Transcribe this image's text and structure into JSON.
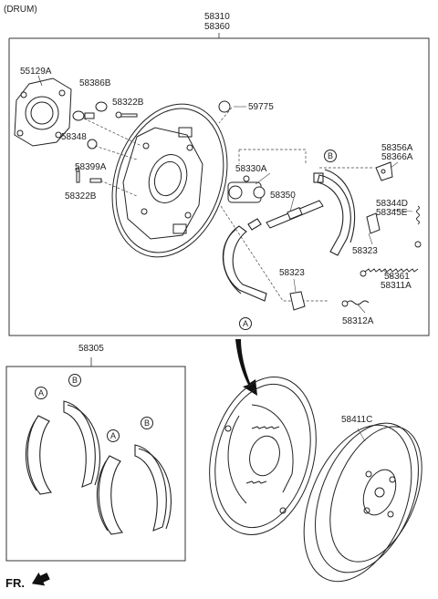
{
  "diagram": {
    "header": "(DRUM)",
    "assembly_codes": [
      "58310",
      "58360"
    ],
    "kit_code": "58305",
    "drum_code": "58411C",
    "front_marker": "FR.",
    "refs": {
      "a": "A",
      "b": "B"
    },
    "labels": {
      "l55129a": "55129A",
      "l58386b": "58386B",
      "l58322b_top": "58322B",
      "l59775": "59775",
      "l58348": "58348",
      "l58399a": "58399A",
      "l58322b_bot": "58322B",
      "l58330a": "58330A",
      "l58350": "58350",
      "l58356a": "58356A",
      "l58366a": "58366A",
      "l58344d": "58344D",
      "l58345e": "58345E",
      "l58323_right": "58323",
      "l58323_mid": "58323",
      "l58361": "58361",
      "l58311a": "58311A",
      "l58312a": "58312A"
    }
  }
}
